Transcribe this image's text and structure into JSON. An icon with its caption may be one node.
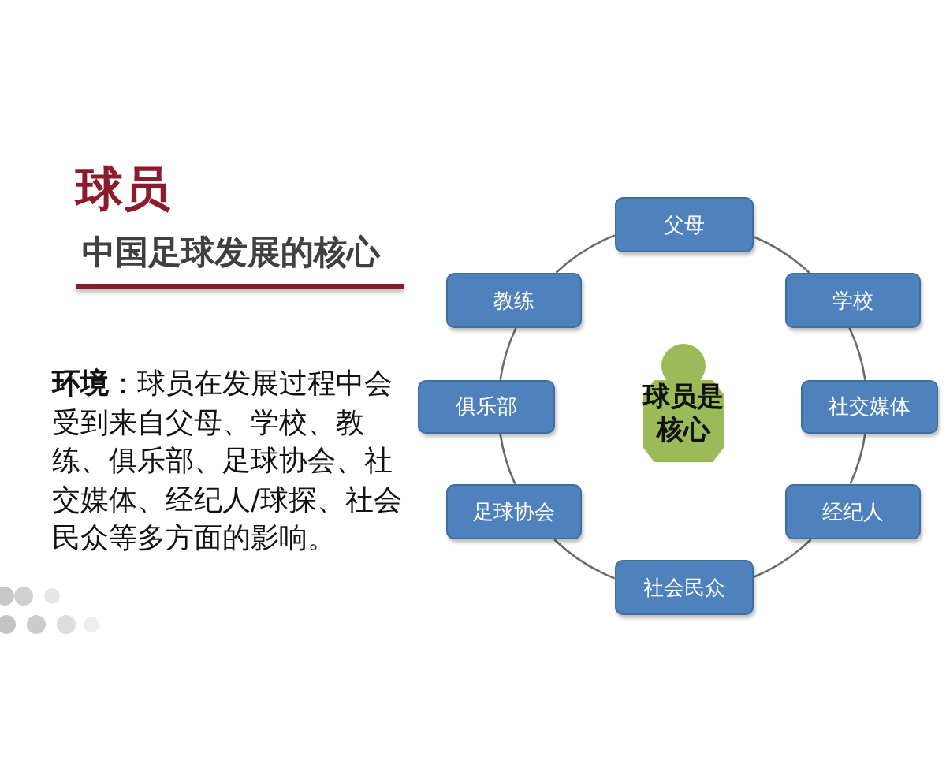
{
  "diagram": {
    "title": "球员",
    "nodes": [
      {
        "text": [
          "父母"
        ]
      },
      {
        "text": [
          "学校"
        ]
      },
      {
        "text": [
          "社交媒体"
        ]
      },
      {
        "text": [
          "经纪人"
        ]
      },
      {
        "text": [
          "社会民众"
        ]
      },
      {
        "text": [
          "足球协会"
        ]
      },
      {
        "text": [
          "俱乐部"
        ]
      },
      {
        "text": [
          "教练"
        ]
      },
      {
        "text": [
          "球员是核心"
        ]
      }
    ],
    "edges": [
      {
        "from": 0,
        "to": 1,
        "arrow": "none"
      },
      {
        "from": 1,
        "to": 2,
        "arrow": "none"
      },
      {
        "from": 2,
        "to": 3,
        "arrow": "none"
      },
      {
        "from": 3,
        "to": 4,
        "arrow": "none"
      },
      {
        "from": 4,
        "to": 5,
        "arrow": "none"
      },
      {
        "from": 5,
        "to": 6,
        "arrow": "none"
      },
      {
        "from": 6,
        "to": 7,
        "arrow": "none"
      },
      {
        "from": 7,
        "to": 0,
        "arrow": "none"
      }
    ],
    "labels": [
      "中国足球发展的核心",
      "**环境**：球员在发展过程中会受到来自父母、学校、教练、俱乐部、足球协会、社交媒体、经纪人/球探、社会民众等多方面的影响。"
    ]
  }
}
